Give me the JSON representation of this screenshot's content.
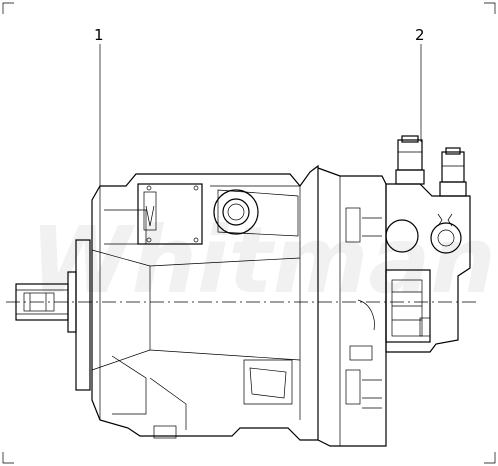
{
  "callouts": [
    {
      "label": "1",
      "target": "pump-housing"
    },
    {
      "label": "2",
      "target": "control-valve-block"
    }
  ],
  "watermark": "Whitman",
  "colors": {
    "line": "#000000",
    "background": "#ffffff"
  }
}
